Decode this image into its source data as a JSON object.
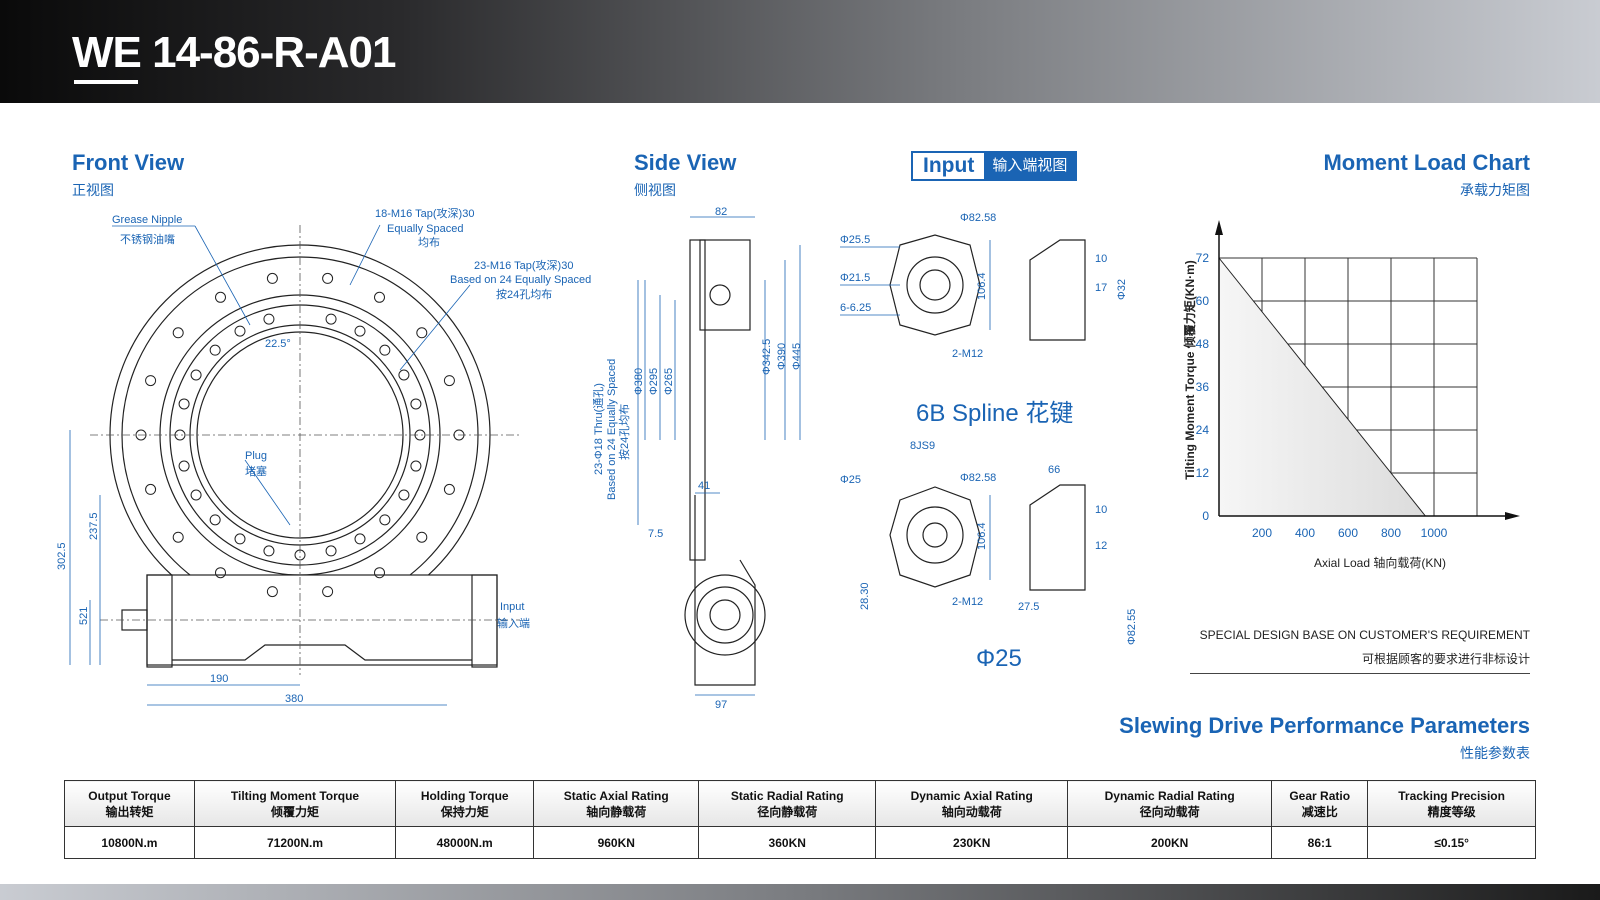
{
  "header": {
    "model_prefix": "WE",
    "model_rest": " 14-86-R-A01"
  },
  "front_view": {
    "title": "Front View",
    "subtitle": "正视图",
    "labels": {
      "grease_en": "Grease Nipple",
      "grease_cn": "不锈钢油嘴",
      "tap18_1": "18-M16 Tap(攻深)30",
      "tap18_2": "Equally Spaced",
      "tap18_3": "均布",
      "tap23_1": "23-M16 Tap(攻深)30",
      "tap23_2": "Based on 24 Equally Spaced",
      "tap23_3": "按24孔均布",
      "angle": "22.5°",
      "plug_en": "Plug",
      "plug_cn": "堵塞",
      "input_en": "Input",
      "input_cn": "输入端",
      "d302": "302.5",
      "d237": "237.5",
      "d521": "521",
      "d190": "190",
      "d380": "380"
    }
  },
  "side_view": {
    "title": "Side View",
    "subtitle": "侧视图",
    "labels": {
      "d82": "82",
      "thru1": "23-Φ18 Thru(通孔)",
      "thru2": "Based on 24 Equally Spaced",
      "thru3": "按24孔均布",
      "p380": "Φ380",
      "p295": "Φ295",
      "p265": "Φ265",
      "p342": "Φ342.5",
      "p390": "Φ390",
      "p445": "Φ445",
      "d41": "41",
      "d75": "7.5",
      "d97": "97"
    }
  },
  "input_view": {
    "title": "Input",
    "subtitle": "输入端视图",
    "spline": {
      "p255": "Φ25.5",
      "p215": "Φ21.5",
      "p625": "6-6.25",
      "p8258": "Φ82.58",
      "h1064": "106.4",
      "m12": "2-M12",
      "d10": "10",
      "d17": "17",
      "p32": "Φ32",
      "caption": "6B Spline 花键"
    },
    "shaft": {
      "key": "8JS9",
      "p25": "Φ25",
      "p8258": "Φ82.58",
      "h1064": "106.4",
      "m12": "2-M12",
      "d2830": "28.30",
      "d66": "66",
      "d10": "10",
      "d12": "12",
      "d275": "27.5",
      "p8255": "Φ82.55",
      "caption": "Φ25"
    }
  },
  "chart_data": {
    "type": "area",
    "title": "Moment Load Chart",
    "subtitle": "承载力矩图",
    "xlabel": "Axial Load 轴向载荷(KN)",
    "ylabel": "Tilting Moment Torque 倾覆力矩(KN·m)",
    "xticks": [
      "200",
      "400",
      "600",
      "800",
      "1000"
    ],
    "yticks": [
      "0",
      "12",
      "24",
      "36",
      "48",
      "60",
      "72"
    ],
    "xlim": [
      0,
      1200
    ],
    "ylim": [
      0,
      72
    ],
    "x": [
      0,
      960
    ],
    "y": [
      72,
      0
    ],
    "grid": true
  },
  "notes": {
    "en": "SPECIAL DESIGN BASE ON CUSTOMER'S REQUIREMENT",
    "cn": "可根据顾客的要求进行非标设计"
  },
  "params": {
    "title": "Slewing Drive Performance Parameters",
    "subtitle": "性能参数表",
    "headers": [
      [
        "Output Torque",
        "输出转矩"
      ],
      [
        "Tilting Moment Torque",
        "倾覆力矩"
      ],
      [
        "Holding Torque",
        "保持力矩"
      ],
      [
        "Static Axial Rating",
        "轴向静载荷"
      ],
      [
        "Static Radial Rating",
        "径向静载荷"
      ],
      [
        "Dynamic Axial Rating",
        "轴向动载荷"
      ],
      [
        "Dynamic Radial Rating",
        "径向动载荷"
      ],
      [
        "Gear Ratio",
        "减速比"
      ],
      [
        "Tracking Precision",
        "精度等级"
      ]
    ],
    "values": [
      "10800N.m",
      "71200N.m",
      "48000N.m",
      "960KN",
      "360KN",
      "230KN",
      "200KN",
      "86:1",
      "≤0.15°"
    ]
  },
  "colors": {
    "accent": "#1a64b4"
  }
}
